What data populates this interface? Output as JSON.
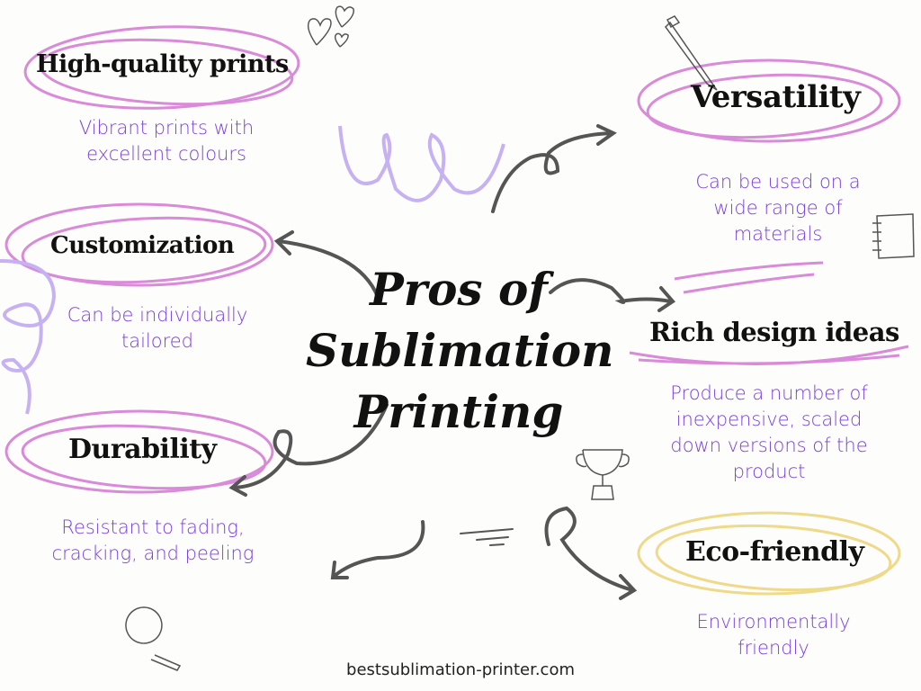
{
  "title": {
    "line1": "Pros of",
    "line2": "Sublimation",
    "line3": "Printing"
  },
  "items": [
    {
      "heading": "High-quality prints",
      "description": [
        "Vibrant prints with",
        "excellent colours"
      ]
    },
    {
      "heading": "Customization",
      "description": [
        "Can be individually",
        "tailored"
      ]
    },
    {
      "heading": "Durability",
      "description": [
        "Resistant to fading,",
        "cracking, and peeling"
      ]
    },
    {
      "heading": "Versatility",
      "description": [
        "Can be used on a",
        "wide range of",
        "materials"
      ]
    },
    {
      "heading": "Rich design ideas",
      "description": [
        "Produce a number of",
        "inexpensive, scaled",
        "down versions of the",
        "product"
      ]
    },
    {
      "heading": "Eco-friendly",
      "description": [
        "Environmentally",
        "friendly"
      ]
    }
  ],
  "footer": "bestsublimation-printer.com",
  "colors": {
    "background": "#fdfdfb",
    "description_text": "#7a3fe0",
    "pink_circle": "#d98ad8",
    "yellow_circle": "#efd98a",
    "lavender_swirl": "#c6b2f2",
    "arrow": "#555555"
  }
}
